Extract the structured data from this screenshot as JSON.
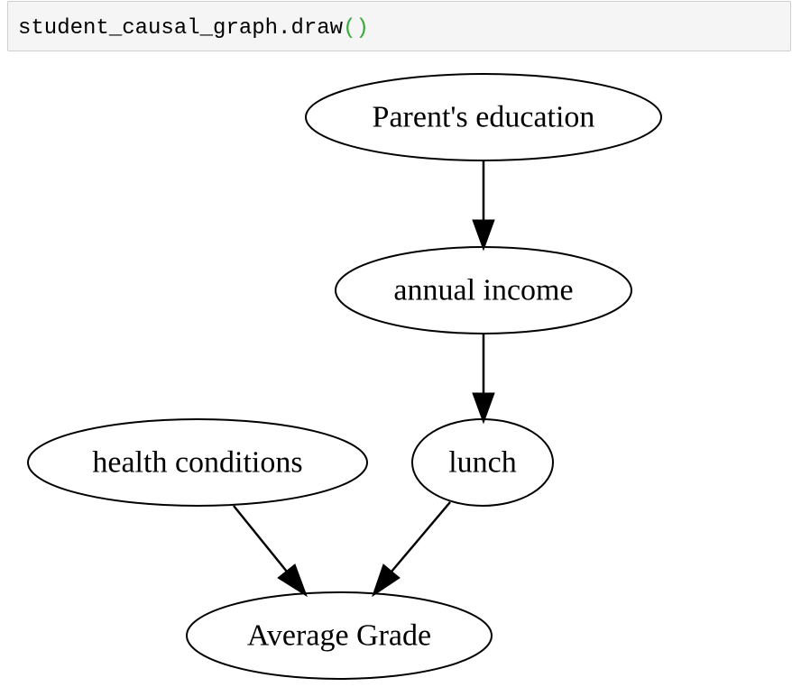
{
  "code_cell": {
    "prefix": "student_causal_graph.draw",
    "call_parens": "()",
    "paren_color": "#3aa83a"
  },
  "graph": {
    "nodes": {
      "parents_education": "Parent's education",
      "annual_income": "annual income",
      "health_conditions": "health conditions",
      "lunch": "lunch",
      "average_grade": "Average Grade"
    },
    "edges": [
      {
        "from": "Parent's education",
        "to": "annual income"
      },
      {
        "from": "annual income",
        "to": "lunch"
      },
      {
        "from": "health conditions",
        "to": "Average Grade"
      },
      {
        "from": "lunch",
        "to": "Average Grade"
      }
    ]
  }
}
